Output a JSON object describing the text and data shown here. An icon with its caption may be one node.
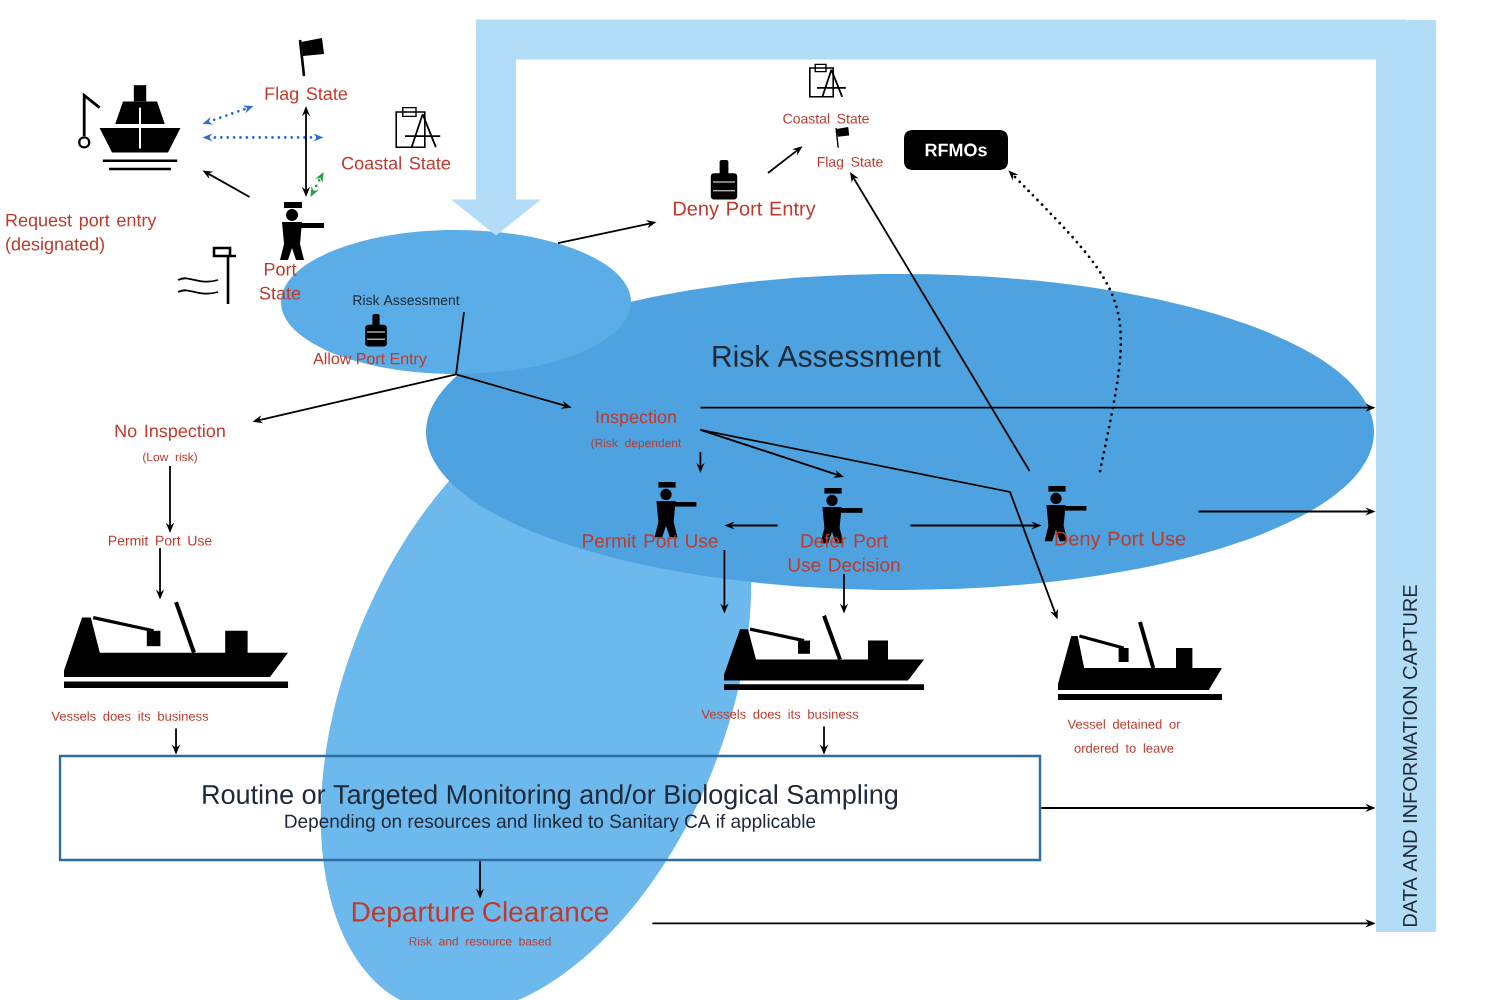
{
  "diagram": {
    "nodes": [
      {
        "text": [],
        "shape": "picture"
      },
      {
        "text": [
          "Flag State"
        ]
      },
      {
        "text": [
          "Coastal State"
        ]
      },
      {
        "text": [
          "Port State"
        ]
      },
      {
        "text": [
          "Risk Assessment",
          "Allow Port Entry"
        ]
      },
      {
        "text": [
          "Deny Port Entry"
        ]
      },
      {
        "text": [
          "Coastal State"
        ]
      },
      {
        "text": [
          "Flag State"
        ]
      },
      {
        "text": [
          "RFMOs"
        ]
      },
      {
        "text": [
          "No Inspection",
          "(Low risk)"
        ]
      },
      {
        "text": [
          "Permit Port Use"
        ]
      },
      {
        "text": [],
        "shape": "picture",
        "beside": [
          "Vessels does its business"
        ]
      },
      {
        "text": [
          "Inspection",
          "(Risk dependent"
        ]
      },
      {
        "text": [
          "Permit Port Use"
        ]
      },
      {
        "text": [
          "Defer Port Use Decision"
        ]
      },
      {
        "text": [
          "Deny Port Use"
        ]
      },
      {
        "text": [],
        "shape": "picture",
        "beside": [
          "Vessels does its business"
        ]
      },
      {
        "text": [],
        "shape": "picture",
        "beside": [
          "Vessel detained or ordered to leave"
        ]
      },
      {
        "text": [
          "Routine or Targeted Monitoring and/or Biological Sampling",
          "Depending on resources and linked to Sanitary CA if applicable"
        ]
      },
      {
        "text": [
          "Departure Clearance",
          "Risk and resource based"
        ]
      },
      {
        "text": [
          "DATA AND INFORMATION CAPTURE"
        ]
      }
    ],
    "edges": [
      {
        "from": 3,
        "to": 0,
        "arrow": "to",
        "label": "Request port entry (designated)"
      },
      {
        "from": 0,
        "to": 1,
        "arrow": "both",
        "style": "dashed",
        "color": "#2f6fd0"
      },
      {
        "from": 0,
        "to": 2,
        "arrow": "both",
        "style": "dashed",
        "color": "#2f6fd0"
      },
      {
        "from": 1,
        "to": 3,
        "arrow": "both"
      },
      {
        "from": 3,
        "to": 2,
        "arrow": "both",
        "style": "dashed",
        "color": "#2e9e44"
      },
      {
        "from": 20,
        "to": 4,
        "arrow": "to",
        "style": "thick",
        "color": "#b3dcf7"
      },
      {
        "from": 4,
        "to": 5,
        "arrow": "to"
      },
      {
        "from": 5,
        "to": 7,
        "arrow": "to"
      },
      {
        "from": 15,
        "to": 7,
        "arrow": "to"
      },
      {
        "from": 15,
        "to": 8,
        "arrow": "to",
        "style": "dashed"
      },
      {
        "from": 4,
        "to": 9,
        "arrow": "to"
      },
      {
        "from": 4,
        "to": 12,
        "arrow": "to"
      },
      {
        "from": 9,
        "to": 10,
        "arrow": "to"
      },
      {
        "from": 10,
        "to": 11,
        "arrow": "to"
      },
      {
        "from": 11,
        "to": 18,
        "arrow": "to"
      },
      {
        "from": 12,
        "to": 13,
        "arrow": "to"
      },
      {
        "from": 12,
        "to": 14,
        "arrow": "to"
      },
      {
        "from": 12,
        "to": 17,
        "arrow": "to"
      },
      {
        "from": 14,
        "to": 13,
        "arrow": "to"
      },
      {
        "from": 14,
        "to": 15,
        "arrow": "to"
      },
      {
        "from": 13,
        "to": 16,
        "arrow": "to"
      },
      {
        "from": 14,
        "to": 16,
        "arrow": "to"
      },
      {
        "from": 16,
        "to": 18,
        "arrow": "to"
      },
      {
        "from": 18,
        "to": 19,
        "arrow": "to"
      },
      {
        "from": 12,
        "to": 20,
        "arrow": "to"
      },
      {
        "from": 15,
        "to": 20,
        "arrow": "to"
      },
      {
        "from": 18,
        "to": 20,
        "arrow": "to"
      },
      {
        "from": 19,
        "to": 20,
        "arrow": "to"
      }
    ],
    "labels": [
      "Risk Assessment"
    ]
  }
}
